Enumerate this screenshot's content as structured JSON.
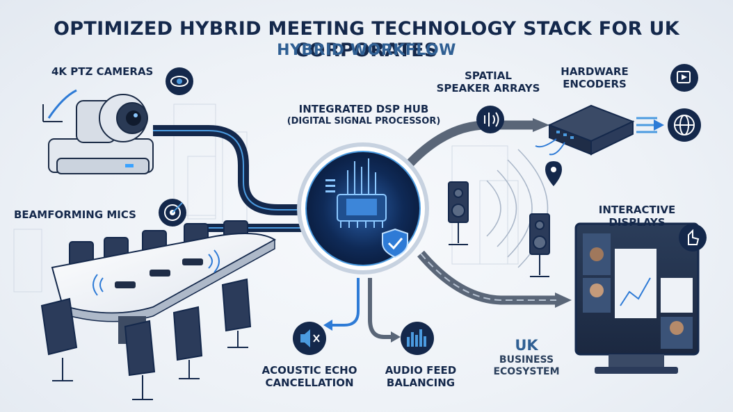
{
  "header": {
    "title": "OPTIMIZED HYBRID MEETING TECHNOLOGY STACK FOR UK CORPORATES",
    "subtitle": "HYBRID WORKFLOW"
  },
  "nodes": {
    "cameras": "4K PTZ CAMERAS",
    "mics": "BEAMFORMING MICS",
    "dsp_title": "INTEGRATED DSP HUB",
    "dsp_sub": "(DIGITAL SIGNAL PROCESSOR)",
    "speakers_line1": "SPATIAL",
    "speakers_line2": "SPEAKER ARRAYS",
    "encoders_line1": "HARDWARE",
    "encoders_line2": "ENCODERS",
    "displays_line1": "INTERACTIVE",
    "displays_line2": "DISPLAYS",
    "aec_line1": "ACOUSTIC ECHO",
    "aec_line2": "CANCELLATION",
    "afb_line1": "AUDIO FEED",
    "afb_line2": "BALANCING",
    "uk_line1": "UK",
    "uk_line2": "BUSINESS",
    "uk_line3": "ECOSYSTEM"
  },
  "icons": {
    "camera": "eye-icon",
    "mics": "target-icon",
    "speakers": "soundwave-icon",
    "encoders": "play-icon",
    "network": "globe-icon",
    "location": "map-pin-icon",
    "displays": "touch-hand-icon",
    "aec": "speaker-mute-icon",
    "afb": "equalizer-icon",
    "dsp": "chip-icon",
    "security": "shield-check-icon"
  },
  "colors": {
    "navy": "#14284b",
    "accent_blue": "#2e7bd6",
    "grey_flow": "#5a6678",
    "light_blue": "#4b9be0"
  }
}
